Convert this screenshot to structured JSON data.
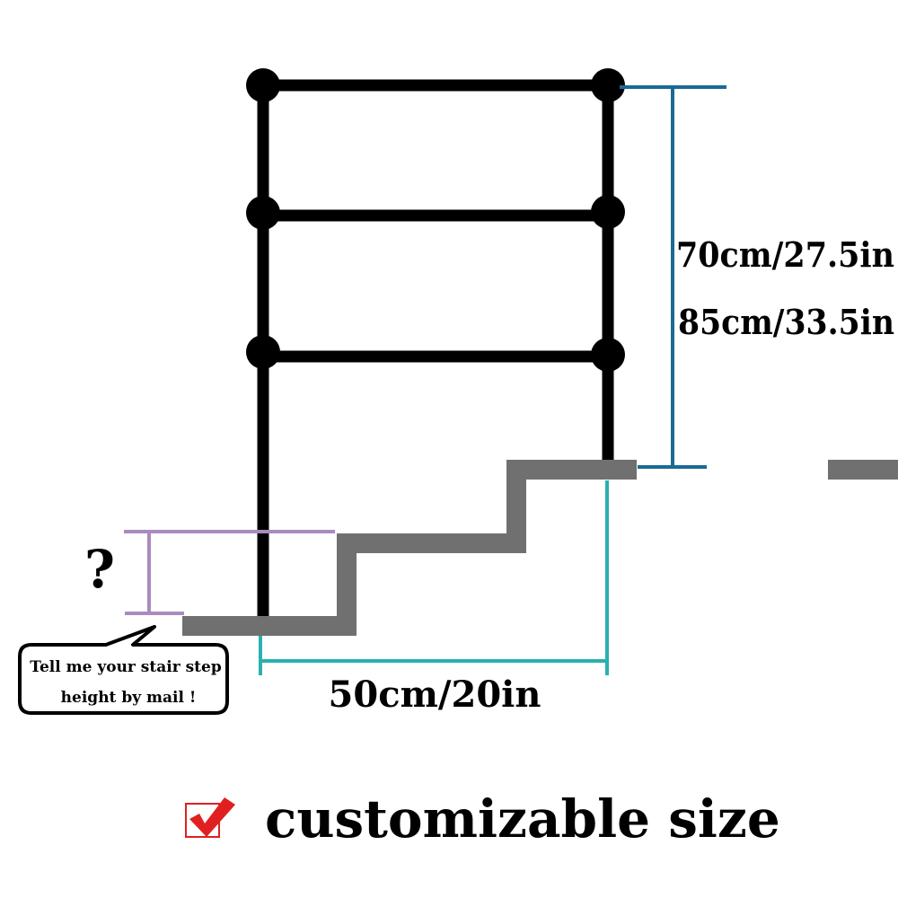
{
  "dimensions": {
    "height_option_1": "70cm/27.5in",
    "height_option_2": "85cm/33.5in",
    "width": "50cm/20in"
  },
  "step_height": {
    "question_mark": "?",
    "bubble_line_1": "Tell me your stair step",
    "bubble_line_2": "height by mail !"
  },
  "caption": {
    "text": "customizable size",
    "icon": "checkbox-checked-icon"
  },
  "colors": {
    "railing": "#000000",
    "stairs": "#707070",
    "height_dimension": "#1a6a96",
    "width_dimension": "#2ab0b0",
    "step_dimension": "#a98bc0",
    "checkmark": "#e02020"
  }
}
